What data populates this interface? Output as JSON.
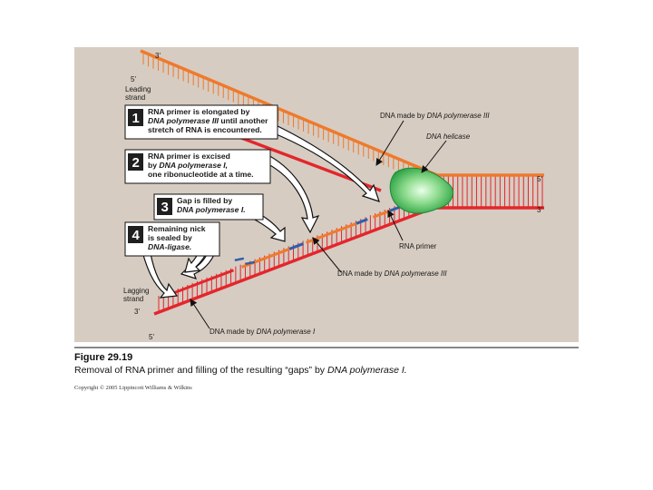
{
  "labels": {
    "top3": "3'",
    "top5": "5'",
    "leading_strand": [
      "Leading",
      "strand"
    ],
    "lagging_strand": [
      "Lagging",
      "strand"
    ],
    "right5": "5'",
    "right3": "3'",
    "bottom3": "3'",
    "bottom5": "5'",
    "dna_pol3_top_prefix": "DNA made by ",
    "dna_pol3_top_enzyme": "DNA polymerase III",
    "dna_helicase": "DNA helicase",
    "rna_primer": "RNA primer",
    "dna_pol3_mid_prefix": "DNA made by ",
    "dna_pol3_mid_enzyme": "DNA polymerase III",
    "dna_pol1_prefix": "DNA made by ",
    "dna_pol1_enzyme": "DNA polymerase I"
  },
  "steps": [
    {
      "num": "1",
      "lines": [
        [
          "RNA primer is elongated by",
          ""
        ],
        [
          "DNA polymerase III",
          " until another"
        ],
        [
          "stretch of RNA is encountered.",
          ""
        ]
      ]
    },
    {
      "num": "2",
      "lines": [
        [
          "RNA primer is excised",
          ""
        ],
        [
          "by ",
          "DNA polymerase I,"
        ],
        [
          "one ribonucleotide at a time.",
          ""
        ]
      ]
    },
    {
      "num": "3",
      "lines": [
        [
          "Gap is filled by",
          ""
        ],
        [
          "DNA polymerase I.",
          ""
        ]
      ]
    },
    {
      "num": "4",
      "lines": [
        [
          "Remaining nick",
          ""
        ],
        [
          "is sealed by",
          ""
        ],
        [
          "DNA-ligase.",
          ""
        ]
      ]
    }
  ],
  "caption": {
    "title": "Figure 29.19",
    "text_before": "Removal of RNA primer and filling of the resulting “gaps” by ",
    "text_italic": "DNA polymerase I.",
    "copyright": "Copyright © 2005 Lippincott Williams & Wilkins"
  },
  "colors": {
    "panel_bg": "#d6ccc2",
    "dna_strand": "#ef7a2c",
    "complement_strand": "#e4262c",
    "rna_primer": "#2f5fa8",
    "helicase": "#39b54a",
    "step_badge": "#1f1f1f"
  }
}
